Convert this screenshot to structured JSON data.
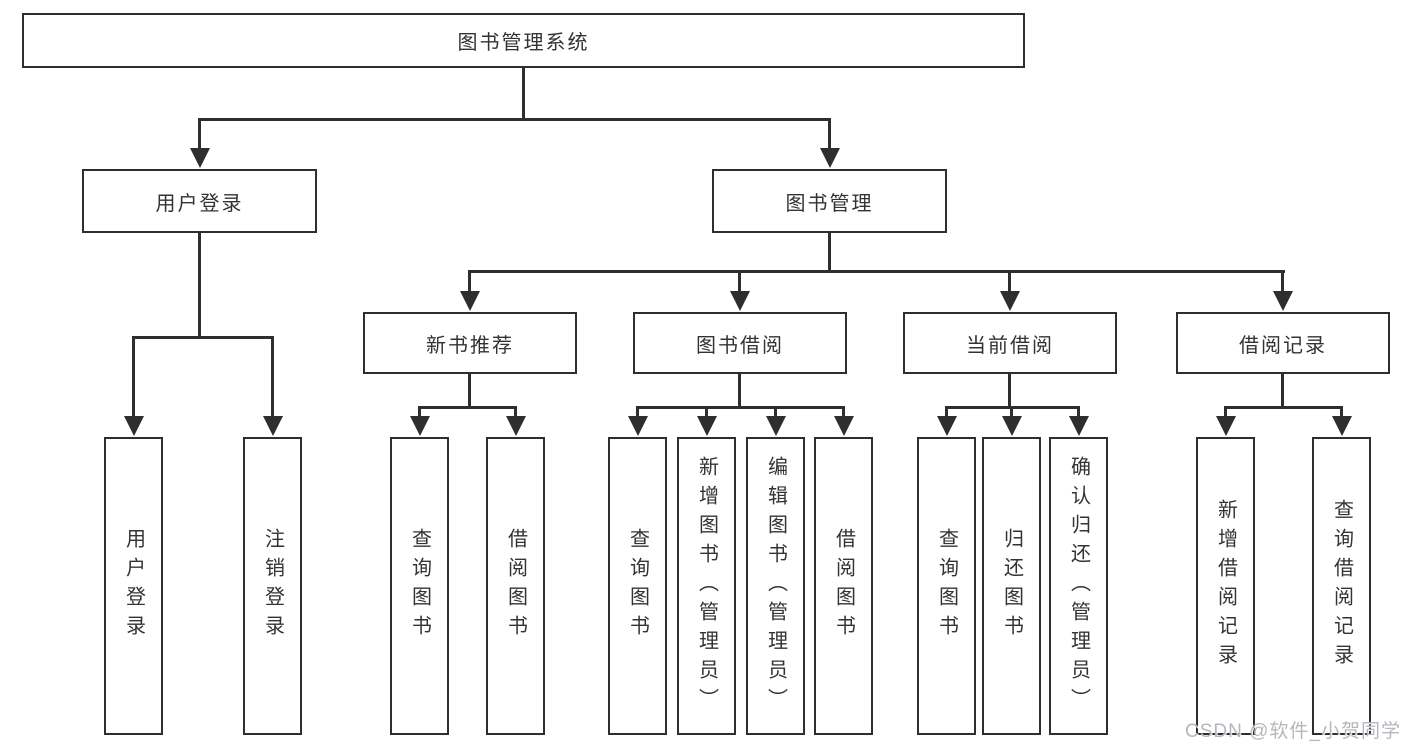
{
  "diagram": {
    "title": "图书管理系统",
    "root": {
      "label": "图书管理系统"
    },
    "level2": [
      {
        "label": "用户登录"
      },
      {
        "label": "图书管理"
      }
    ],
    "level3": [
      {
        "label": "新书推荐"
      },
      {
        "label": "图书借阅"
      },
      {
        "label": "当前借阅"
      },
      {
        "label": "借阅记录"
      }
    ],
    "leaves": [
      {
        "parent": "用户登录",
        "label": "用户登录"
      },
      {
        "parent": "用户登录",
        "label": "注销登录"
      },
      {
        "parent": "新书推荐",
        "label": "查询图书"
      },
      {
        "parent": "新书推荐",
        "label": "借阅图书"
      },
      {
        "parent": "图书借阅",
        "label": "查询图书"
      },
      {
        "parent": "图书借阅",
        "label": "新增图书（管理员）"
      },
      {
        "parent": "图书借阅",
        "label": "编辑图书（管理员）"
      },
      {
        "parent": "图书借阅",
        "label": "借阅图书"
      },
      {
        "parent": "当前借阅",
        "label": "查询图书"
      },
      {
        "parent": "当前借阅",
        "label": "归还图书"
      },
      {
        "parent": "当前借阅",
        "label": "确认归还（管理员）"
      },
      {
        "parent": "借阅记录",
        "label": "新增借阅记录"
      },
      {
        "parent": "借阅记录",
        "label": "查询借阅记录"
      }
    ],
    "colors": {
      "line": "#2e2e2e",
      "box_border": "#2e2e2e",
      "box_fill": "#ffffff",
      "text": "#333333",
      "watermark_text": "#b4b8bc"
    },
    "watermark": "CSDN @软件_小贺同学"
  }
}
